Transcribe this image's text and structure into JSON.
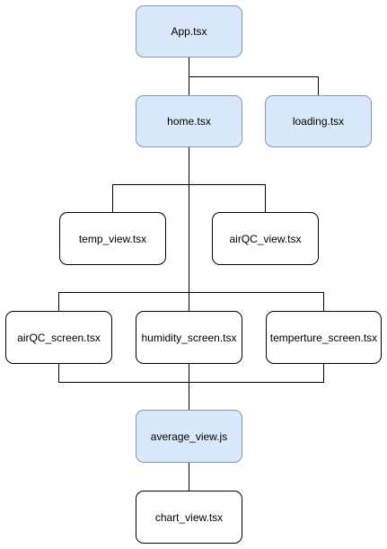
{
  "diagram": {
    "colors": {
      "highlight_fill": "#dae8fc",
      "highlight_border": "#7f9ab8",
      "plain_fill": "#ffffff",
      "plain_border": "#000000",
      "connector": "#000000"
    },
    "nodes": {
      "app": "App.tsx",
      "home": "home.tsx",
      "loading": "loading.tsx",
      "temp_view": "temp_view.tsx",
      "airqc_view": "airQC_view.tsx",
      "airqc_screen": "airQC_screen.tsx",
      "humidity_screen": "humidity_screen.tsx",
      "temperture_screen": "temperture_screen.tsx",
      "average_view": "average_view.js",
      "chart_view": "chart_view.tsx"
    }
  }
}
